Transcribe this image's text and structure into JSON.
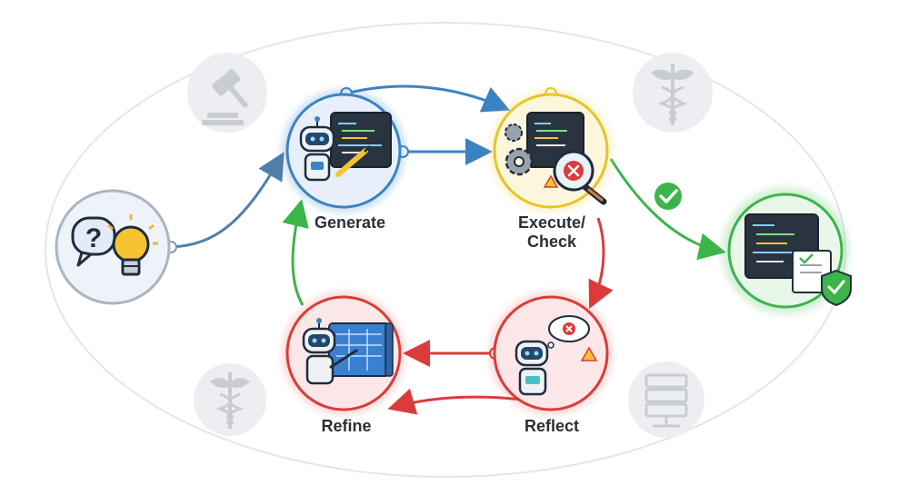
{
  "stages": {
    "generate": {
      "label": "Generate",
      "color": "#3b82c4"
    },
    "execute": {
      "label_line1": "Execute/",
      "label_line2": "Check",
      "color": "#e8c32a"
    },
    "reflect": {
      "label": "Reflect",
      "color": "#dc3b3b"
    },
    "refine": {
      "label": "Refine",
      "color": "#dc3b3b"
    },
    "output": {
      "color": "#3bb54a"
    },
    "input": {
      "icons": [
        "question-icon",
        "lightbulb-icon"
      ]
    }
  },
  "flow_colors": {
    "input_to_generate": "#4f7fa6",
    "generate_to_execute": "#3b82c4",
    "execute_to_reflect": "#dc3b3b",
    "reflect_to_refine": "#dc3b3b",
    "refine_to_generate": "#3bb54a",
    "execute_to_output": "#3bb54a"
  },
  "background_icons": [
    "gavel-icon",
    "caduceus-icon",
    "caduceus-icon",
    "server-rack-icon"
  ],
  "success_badge_icon": "check-circle-icon"
}
